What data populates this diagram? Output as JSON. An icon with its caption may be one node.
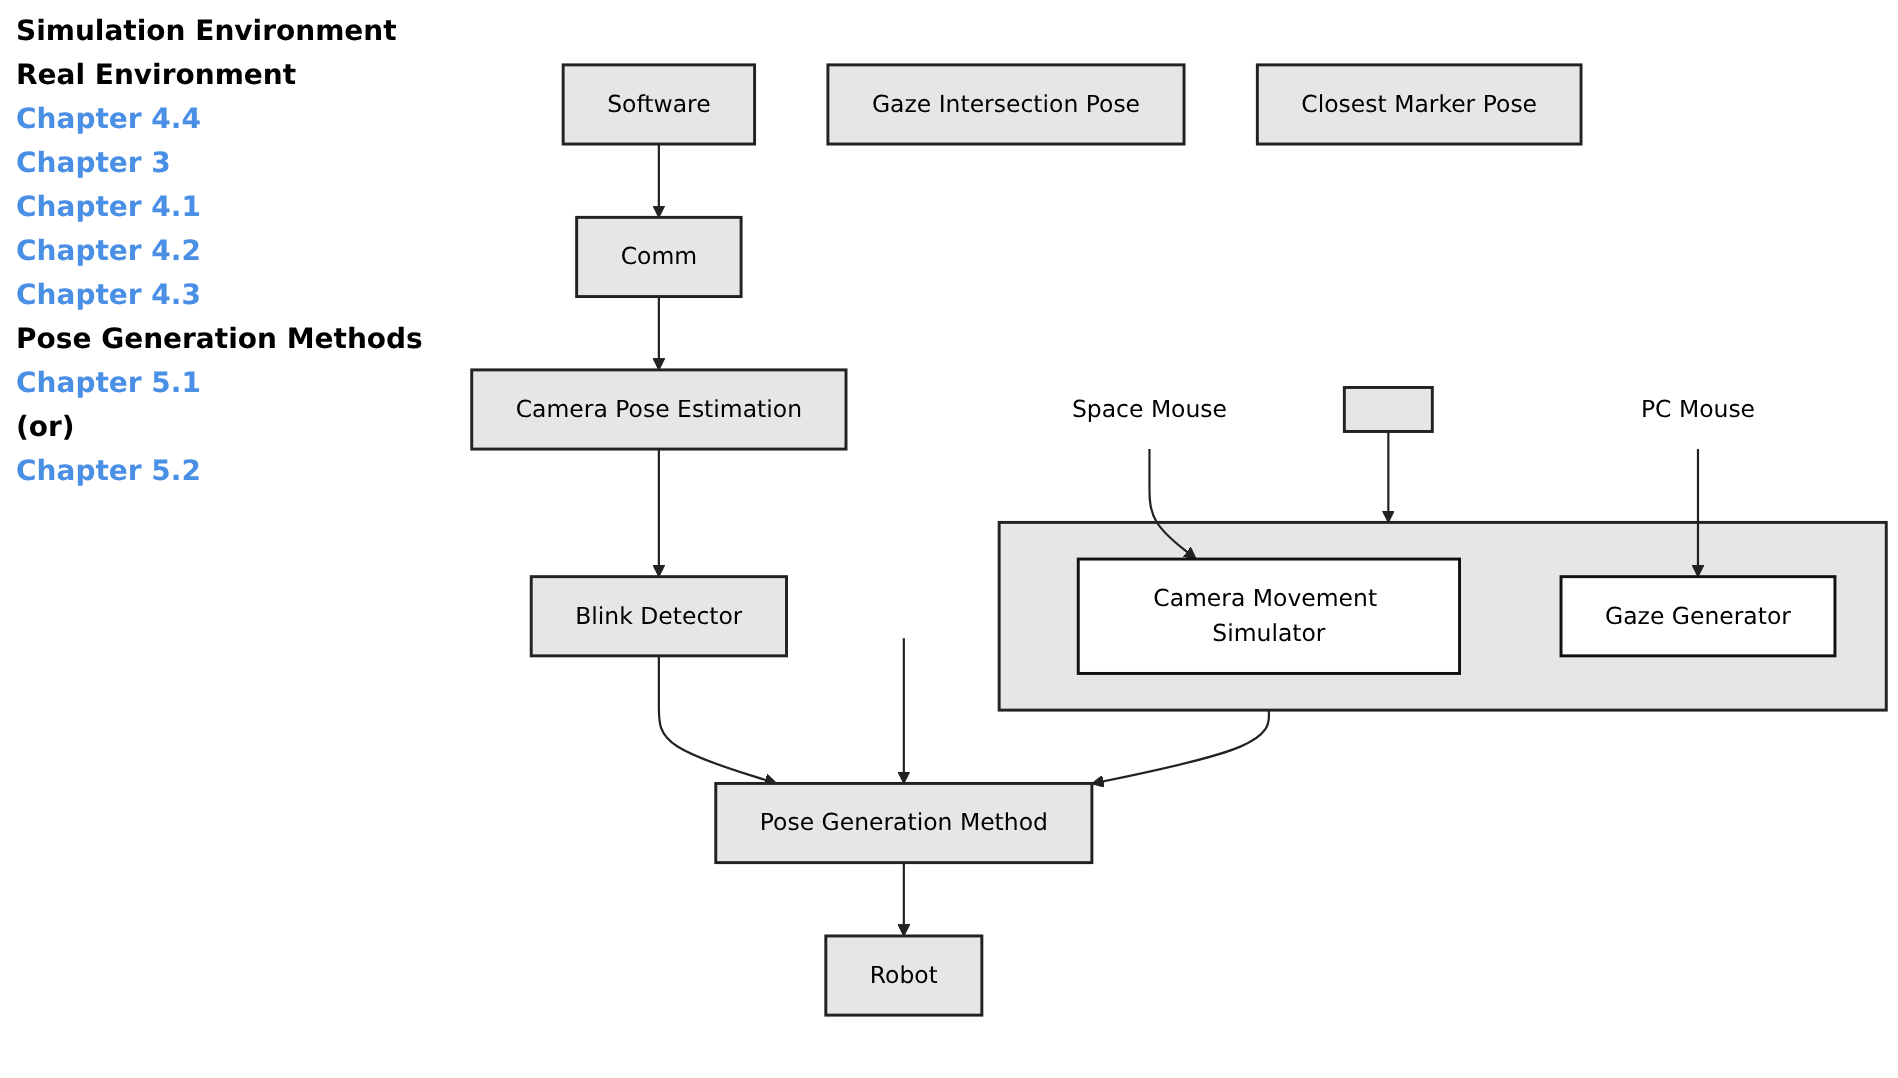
{
  "diagram": {
    "nodes": [
      {
        "text": [],
        "shape": "box"
      },
      {
        "text": [],
        "shape": "box"
      },
      {
        "text": [
          "Camera Movement Simulator"
        ],
        "in": 1
      },
      {
        "text": [
          "Gaze Generator"
        ],
        "in": 1
      },
      {
        "text": [
          "Space Mouse"
        ]
      },
      {
        "text": [
          "PC Mouse"
        ]
      },
      {
        "text": [
          "Software"
        ]
      },
      {
        "text": [
          "Comm"
        ]
      },
      {
        "text": [
          "Camera Pose Estimation"
        ]
      },
      {
        "text": [
          "Blink Detector"
        ]
      },
      {
        "text": [
          "Gaze Intersection Pose"
        ]
      },
      {
        "text": [
          "Closest Marker Pose"
        ]
      },
      {
        "text": [
          "Pose Generation Method"
        ]
      },
      {
        "text": [
          "Robot"
        ]
      }
    ],
    "edges": [
      {
        "from": 0,
        "to": 1,
        "arrow": "to"
      },
      {
        "from": 4,
        "to": 2,
        "arrow": "to"
      },
      {
        "from": 5,
        "to": 3,
        "arrow": "to"
      },
      {
        "from": 6,
        "to": 7,
        "arrow": "to"
      },
      {
        "from": 7,
        "to": 8,
        "arrow": "to"
      },
      {
        "from": 8,
        "to": 9,
        "arrow": "to"
      },
      {
        "from": 1,
        "to": 12,
        "arrow": "to"
      },
      {
        "from": 9,
        "to": 12,
        "arrow": "to"
      },
      {
        "from": null,
        "to": 12,
        "arrow": "to"
      },
      {
        "from": 12,
        "to": 13,
        "arrow": "to"
      }
    ],
    "labels": [
      "Simulation Environment",
      "Real Environment",
      "Chapter 4.4",
      "Chapter 3",
      "Chapter 4.1",
      "Chapter 4.2",
      "Chapter 4.3",
      "Pose Generation Methods",
      "Chapter 5.1",
      "(or)",
      "Chapter 5.2"
    ]
  }
}
